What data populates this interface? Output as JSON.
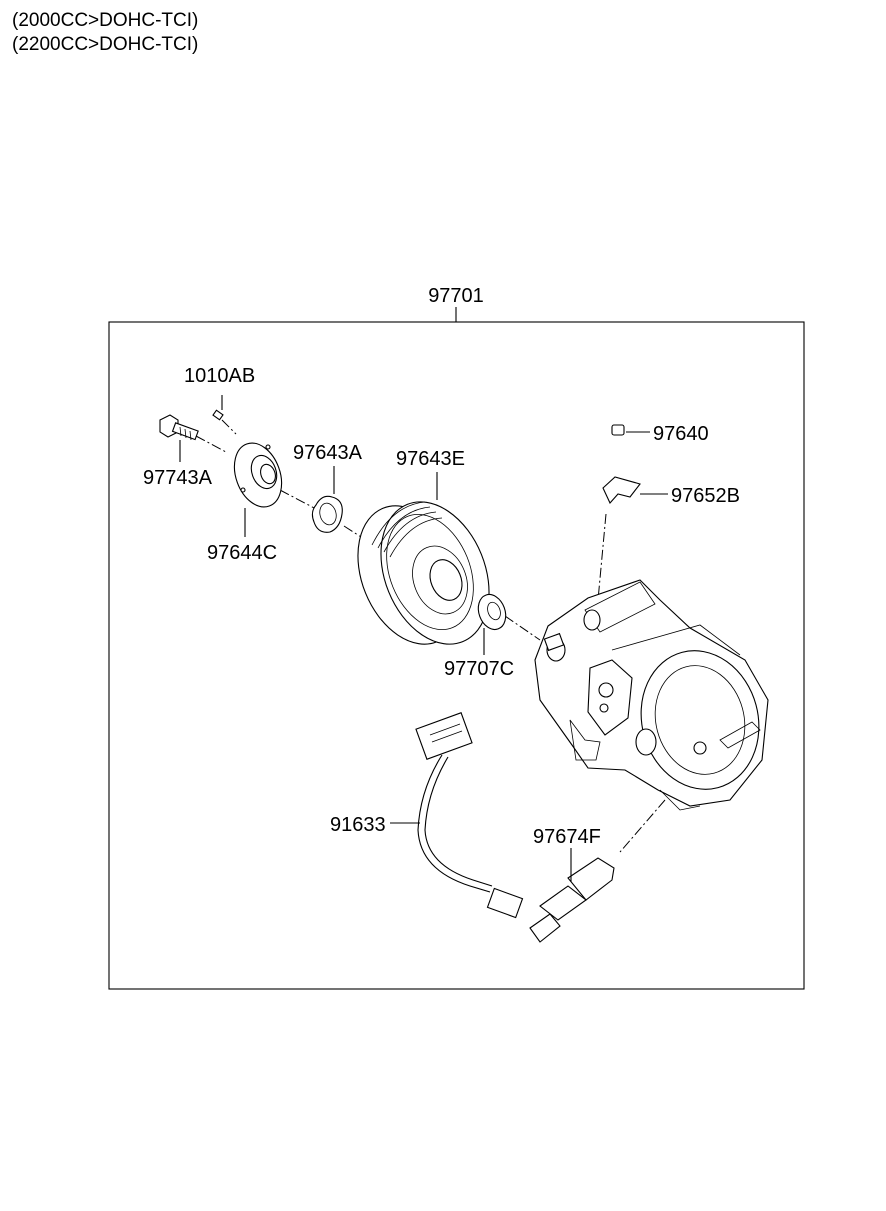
{
  "header": {
    "line1": "(2000CC>DOHC-TCI)",
    "line2": "(2200CC>DOHC-TCI)"
  },
  "labels": {
    "assembly": "97701",
    "bolt_small": "1010AB",
    "bolt": "97743A",
    "hub": "97644C",
    "shim": "97643A",
    "pulley": "97643E",
    "bearing": "97707C",
    "screw": "97640",
    "bracket": "97652B",
    "harness": "91633",
    "sensor": "97674F"
  }
}
